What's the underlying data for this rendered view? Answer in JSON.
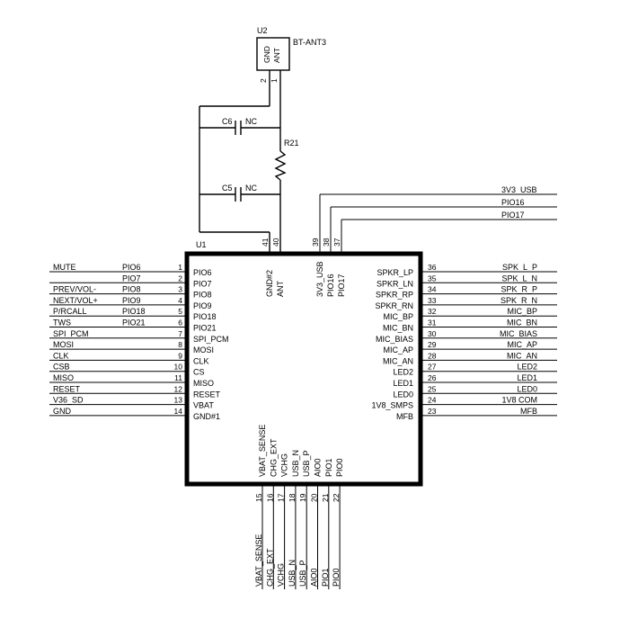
{
  "antenna": {
    "ref": "U2",
    "name": "BT-ANT3",
    "pin_gnd": "GND",
    "pin_ant": "ANT",
    "pin_num_gnd": "2",
    "pin_num_ant": "1"
  },
  "passives": {
    "c6": "C6",
    "c6_val": "NC",
    "c5": "C5",
    "c5_val": "NC",
    "r21": "R21"
  },
  "chip": {
    "ref": "U1"
  },
  "left_pins": [
    {
      "net": "MUTE",
      "sig": "PIO6",
      "num": "1",
      "pin": "PIO6"
    },
    {
      "net": "",
      "sig": "PIO7",
      "num": "2",
      "pin": "PIO7"
    },
    {
      "net": "PREV/VOL-",
      "sig": "PIO8",
      "num": "3",
      "pin": "PIO8"
    },
    {
      "net": "NEXT/VOL+",
      "sig": "PIO9",
      "num": "4",
      "pin": "PIO9"
    },
    {
      "net": "P/RCALL",
      "sig": "PIO18",
      "num": "5",
      "pin": "PIO18"
    },
    {
      "net": "TWS",
      "sig": "PIO21",
      "num": "6",
      "pin": "PIO21"
    },
    {
      "net": "SPI_PCM",
      "sig": "",
      "num": "7",
      "pin": "SPI_PCM"
    },
    {
      "net": "MOSI",
      "sig": "",
      "num": "8",
      "pin": "MOSI"
    },
    {
      "net": "CLK",
      "sig": "",
      "num": "9",
      "pin": "CLK"
    },
    {
      "net": "CSB",
      "sig": "",
      "num": "10",
      "pin": "CS"
    },
    {
      "net": "MISO",
      "sig": "",
      "num": "11",
      "pin": "MISO"
    },
    {
      "net": "RESET",
      "sig": "",
      "num": "12",
      "pin": "RESET"
    },
    {
      "net": "V36_SD",
      "sig": "",
      "num": "13",
      "pin": "VBAT"
    },
    {
      "net": "GND",
      "sig": "",
      "num": "14",
      "pin": "GND#1"
    }
  ],
  "right_pins": [
    {
      "pin": "SPKR_LP",
      "num": "36",
      "net": "SPK_L_P"
    },
    {
      "pin": "SPKR_LN",
      "num": "35",
      "net": "SPK_L_N"
    },
    {
      "pin": "SPKR_RP",
      "num": "34",
      "net": "SPK_R_P"
    },
    {
      "pin": "SPKR_RN",
      "num": "33",
      "net": "SPK_R_N"
    },
    {
      "pin": "MIC_BP",
      "num": "32",
      "net": "MIC_BP"
    },
    {
      "pin": "MIC_BN",
      "num": "31",
      "net": "MIC_BN"
    },
    {
      "pin": "MIC_BIAS",
      "num": "30",
      "net": "MIC_BIAS"
    },
    {
      "pin": "MIC_AP",
      "num": "29",
      "net": "MIC_AP"
    },
    {
      "pin": "MIC_AN",
      "num": "28",
      "net": "MIC_AN"
    },
    {
      "pin": "LED2",
      "num": "27",
      "net": "LED2"
    },
    {
      "pin": "LED1",
      "num": "26",
      "net": "LED1"
    },
    {
      "pin": "LED0",
      "num": "25",
      "net": "LED0"
    },
    {
      "pin": "1V8_SMPS",
      "num": "24",
      "net": "1V8     COM"
    },
    {
      "pin": "MFB",
      "num": "23",
      "net": "MFB"
    }
  ],
  "top_pins": [
    {
      "pin": "GND#2",
      "num": "41"
    },
    {
      "pin": "ANT",
      "num": "40"
    },
    {
      "pin": "3V3_USB",
      "num": "39"
    },
    {
      "pin": "PIO16",
      "num": "38"
    },
    {
      "pin": "PIO17",
      "num": "37"
    }
  ],
  "top_nets": [
    "3V3_USB",
    "PIO16",
    "PIO17"
  ],
  "bottom_pins": [
    {
      "pin": "VBAT_SENSE",
      "num": "15",
      "net": "VBAT_SENSE"
    },
    {
      "pin": "CHG_EXT",
      "num": "16",
      "net": "CHG_EXT"
    },
    {
      "pin": "VCHG",
      "num": "17",
      "net": "VCHG"
    },
    {
      "pin": "USB_N",
      "num": "18",
      "net": "USB_N"
    },
    {
      "pin": "USB_P",
      "num": "19",
      "net": "USB_P"
    },
    {
      "pin": "AIO0",
      "num": "20",
      "net": "AIO0"
    },
    {
      "pin": "PIO1",
      "num": "21",
      "net": "PIO1"
    },
    {
      "pin": "PIO0",
      "num": "22",
      "net": "PIO0"
    }
  ]
}
